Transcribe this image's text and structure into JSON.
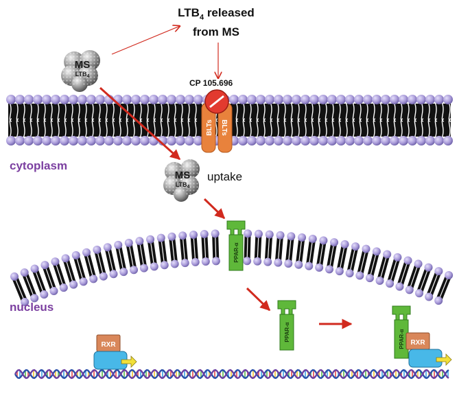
{
  "labels": {
    "released_line1_prefix": "LTB",
    "released_line1_sub": "4",
    "released_line1_suffix": " released",
    "released_line2": "from MS",
    "antagonist": "CP 105.696",
    "cytoplasm": "cytoplasm",
    "nucleus": "nucleus",
    "uptake": "uptake"
  },
  "microsphere": {
    "line1": "MS",
    "line2_prefix": "LTB",
    "line2_sub": "4"
  },
  "receptors": {
    "blt_left": "BLTs",
    "blt_right": "BLTs"
  },
  "ppar": {
    "membrane": "PPAR-α",
    "free": "PPAR-α",
    "bound": "PPAR-α"
  },
  "rxr": {
    "left": "RXR",
    "right": "RXR"
  },
  "colors": {
    "arrow": "#d12a1e",
    "lipid_head": "#a99bd9",
    "lipid_tail": "#111111",
    "blt": "#e8823c",
    "antagonist": "#e23a2f",
    "ppar": "#5fb83a",
    "rxr": "#d9875a",
    "promoter": "#48b8e8",
    "label_purple": "#7b3fa0"
  }
}
